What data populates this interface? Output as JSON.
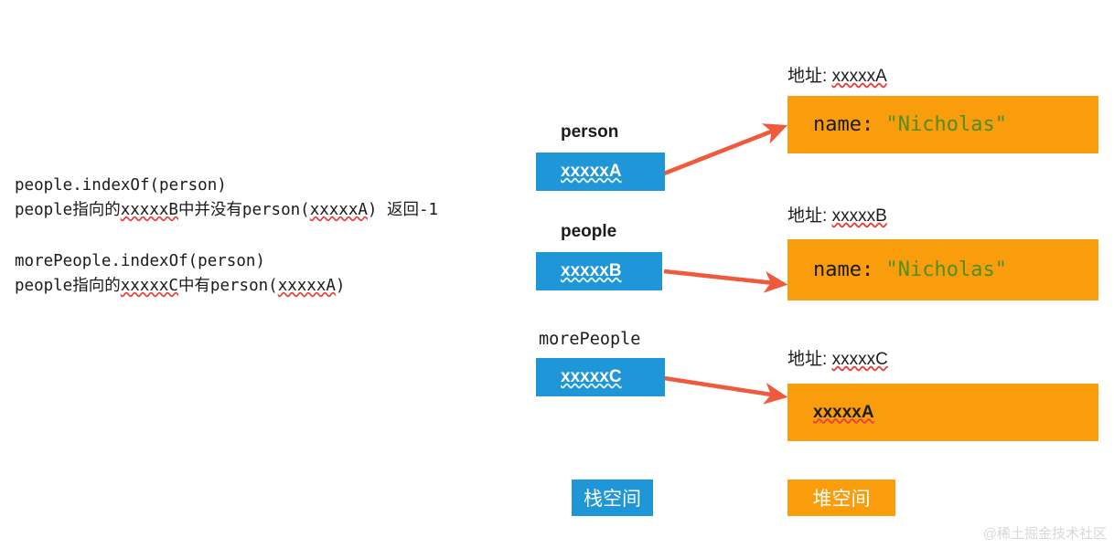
{
  "code_groups": [
    {
      "id": "group-1",
      "lines": [
        {
          "segments": [
            {
              "t": "people.indexOf(person)",
              "sq": false
            }
          ]
        },
        {
          "segments": [
            {
              "t": "people指向的",
              "sq": false
            },
            {
              "t": "xxxxxB",
              "sq": true
            },
            {
              "t": "中并没有person(",
              "sq": false
            },
            {
              "t": "xxxxxA",
              "sq": true
            },
            {
              "t": ") 返回-1",
              "sq": false
            }
          ]
        }
      ]
    },
    {
      "id": "group-2",
      "lines": [
        {
          "segments": [
            {
              "t": "morePeople.indexOf(person)",
              "sq": false
            }
          ]
        },
        {
          "segments": [
            {
              "t": "people指向的",
              "sq": false
            },
            {
              "t": "xxxxxC",
              "sq": true
            },
            {
              "t": "中有person(",
              "sq": false
            },
            {
              "t": "xxxxxA",
              "sq": true
            },
            {
              "t": ")",
              "sq": false
            }
          ]
        }
      ]
    }
  ],
  "stack": {
    "entries": [
      {
        "label": "person",
        "label_mono": false,
        "value": "xxxxxA"
      },
      {
        "label": "people",
        "label_mono": false,
        "value": "xxxxxB"
      },
      {
        "label": "morePeople",
        "label_mono": true,
        "value": "xxxxxC"
      }
    ]
  },
  "heap": {
    "entries": [
      {
        "addr_prefix": "地址: ",
        "addr_value": "xxxxxA",
        "body_kind": "object",
        "body_key": "name: ",
        "body_string": "\"Nicholas\""
      },
      {
        "addr_prefix": "地址: ",
        "addr_value": "xxxxxB",
        "body_kind": "object",
        "body_key": "name: ",
        "body_string": "\"Nicholas\""
      },
      {
        "addr_prefix": "地址: ",
        "addr_value": "xxxxxC",
        "body_kind": "plain",
        "body_plain": "xxxxxA"
      }
    ]
  },
  "legend": {
    "stack_label": "栈空间",
    "heap_label": "堆空间"
  },
  "watermark": "@稀土掘金技术社区",
  "colors": {
    "stack_blue": "#1e96d7",
    "heap_orange": "#f99d0c",
    "arrow_red": "#f05a3c",
    "string_green": "#4f8f1f",
    "squiggle_red": "#e8403a"
  }
}
